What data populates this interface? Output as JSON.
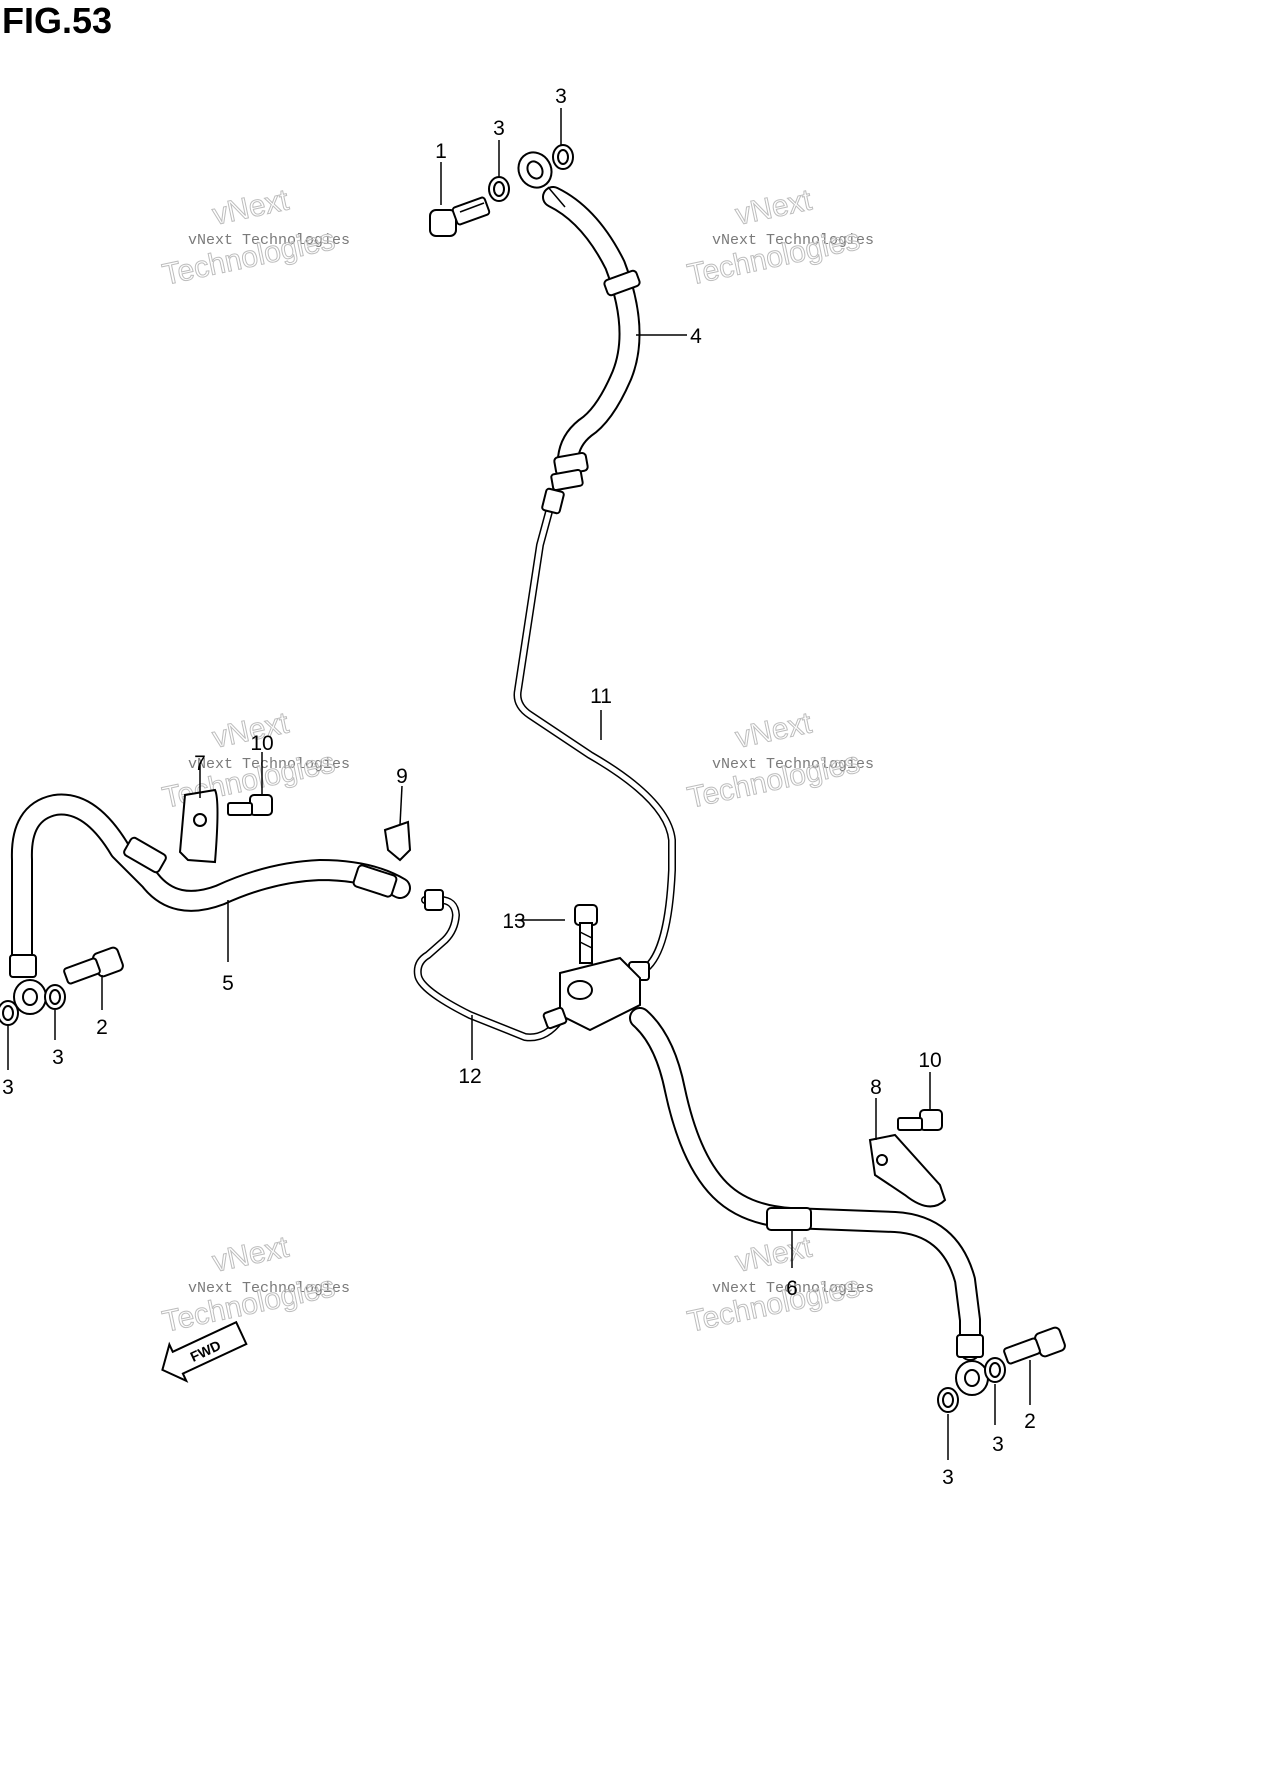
{
  "figure": {
    "title": "FIG.53"
  },
  "watermark": {
    "line1": "vNext Technologies",
    "line2": "vNext",
    "line3": "Technologies"
  },
  "callouts": {
    "c1": "1",
    "c2a": "2",
    "c2b": "2",
    "c3a": "3",
    "c3b": "3",
    "c3c": "3",
    "c3d": "3",
    "c3e": "3",
    "c3f": "3",
    "c4": "4",
    "c5": "5",
    "c6": "6",
    "c7": "7",
    "c8": "8",
    "c9": "9",
    "c10a": "10",
    "c10b": "10",
    "c11": "11",
    "c12": "12",
    "c13": "13"
  },
  "fwd_arrow": {
    "label": "FWD"
  }
}
